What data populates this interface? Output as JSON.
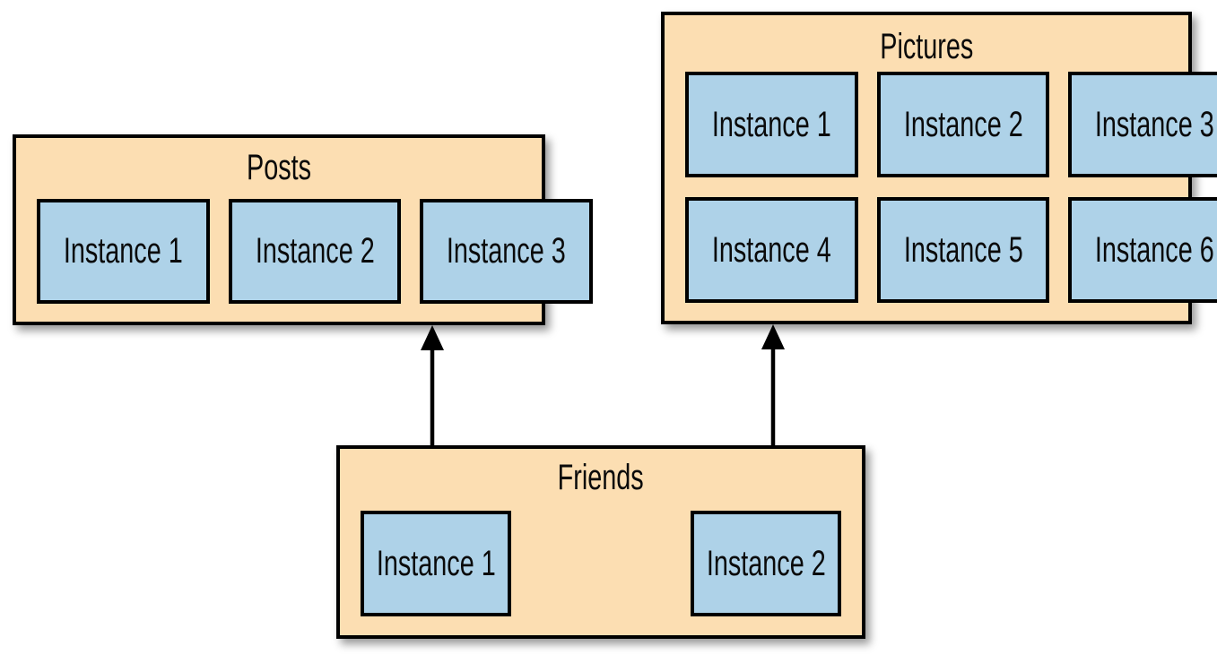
{
  "diagram": {
    "groups": [
      {
        "id": "posts",
        "title": "Posts",
        "instances": [
          "Instance 1",
          "Instance 2",
          "Instance 3"
        ]
      },
      {
        "id": "pictures",
        "title": "Pictures",
        "instances": [
          "Instance 1",
          "Instance 2",
          "Instance 3",
          "Instance 4",
          "Instance 5",
          "Instance 6"
        ]
      },
      {
        "id": "friends",
        "title": "Friends",
        "instances": [
          "Instance 1",
          "Instance 2"
        ]
      }
    ],
    "arrows": [
      {
        "name": "friends-to-posts",
        "from": "Friends",
        "to": "Posts"
      },
      {
        "name": "friends-to-pictures",
        "from": "Friends",
        "to": "Pictures"
      }
    ],
    "colors": {
      "group_fill": "#fcdeb2",
      "instance_fill": "#aed2e8",
      "border": "#000000",
      "arrow": "#000000",
      "background": "#ffffff"
    }
  }
}
